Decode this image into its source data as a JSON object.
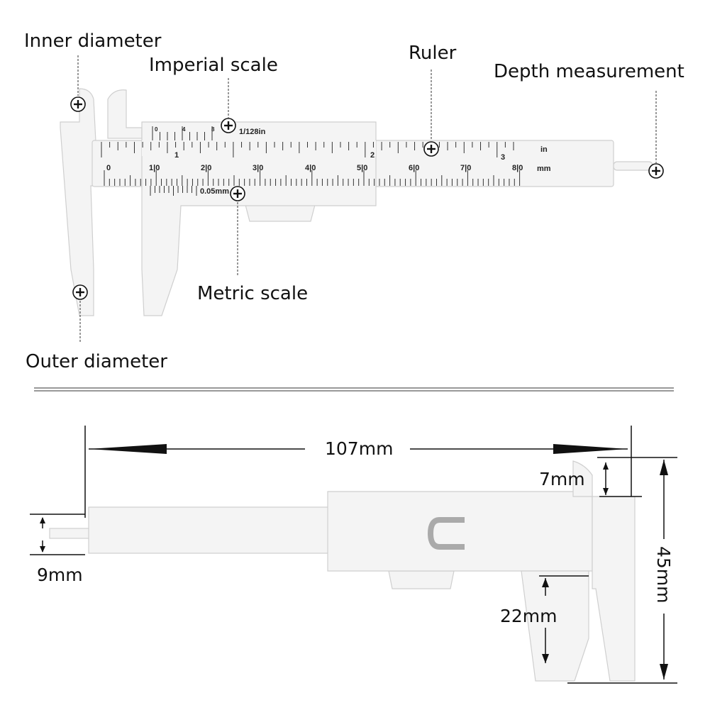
{
  "callouts": {
    "inner_diameter": "Inner diameter",
    "imperial_scale": "Imperial scale",
    "ruler": "Ruler",
    "depth_measurement": "Depth measurement",
    "metric_scale": "Metric scale",
    "outer_diameter": "Outer diameter"
  },
  "scales": {
    "inch_unit": "in",
    "mm_unit": "mm",
    "inch_labels": [
      "1",
      "2",
      "3"
    ],
    "mm_labels": [
      "0",
      "1|0",
      "2|0",
      "3|0",
      "4|0",
      "5|0",
      "6|0",
      "7|0",
      "8|0"
    ],
    "vernier_inch_labels": [
      "0",
      "4",
      "8"
    ],
    "imperial_resolution": "1/128in",
    "metric_resolution": "0.05mm"
  },
  "dimensions": {
    "length": "107mm",
    "height": "45mm",
    "inner_jaw": "7mm",
    "outer_jaw": "22mm",
    "depth_rod": "9mm"
  },
  "icons": [
    "plus-marker-icon"
  ]
}
